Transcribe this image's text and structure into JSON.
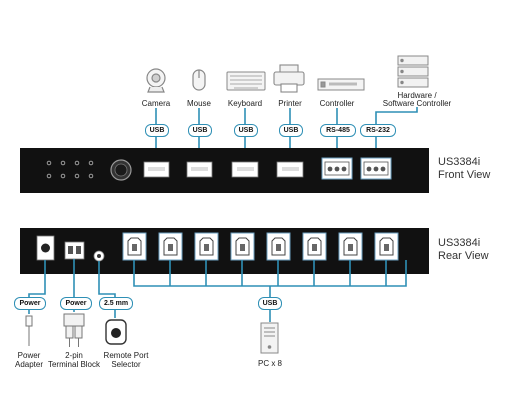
{
  "colors": {
    "connector": "#2e8fb5",
    "device_body": "#111111",
    "port_fill": "#ffffff",
    "accent_port_frame": "#6a9fc0"
  },
  "front_devices": {
    "camera": "Camera",
    "mouse": "Mouse",
    "keyboard": "Keyboard",
    "printer": "Printer",
    "controller": "Controller",
    "hardware_controller_line1": "Hardware /",
    "hardware_controller_line2": "Software Controller"
  },
  "front_badges": {
    "camera": "USB",
    "mouse": "USB",
    "keyboard": "USB",
    "printer": "USB",
    "controller": "RS-485",
    "hardware_controller": "RS-232"
  },
  "front_panel": {
    "model": "US3384i",
    "view": "Front View"
  },
  "rear_panel": {
    "model": "US3384i",
    "view": "Rear View"
  },
  "rear_badges": {
    "power_adapter": "Power",
    "terminal_block": "Power",
    "remote_port": "2.5 mm",
    "pc": "USB"
  },
  "rear_devices": {
    "power_adapter_line1": "Power",
    "power_adapter_line2": "Adapter",
    "terminal_block_line1": "2-pin",
    "terminal_block_line2": "Terminal Block",
    "remote_port_line1": "Remote Port",
    "remote_port_line2": "Selector",
    "pc": "PC x 8"
  },
  "icons": {
    "front": [
      "camera-icon",
      "mouse-icon",
      "keyboard-icon",
      "printer-icon",
      "controller-icon",
      "server-icon"
    ],
    "rear": [
      "power-plug-icon",
      "terminal-block-icon",
      "remote-selector-icon",
      "pc-tower-icon"
    ]
  }
}
